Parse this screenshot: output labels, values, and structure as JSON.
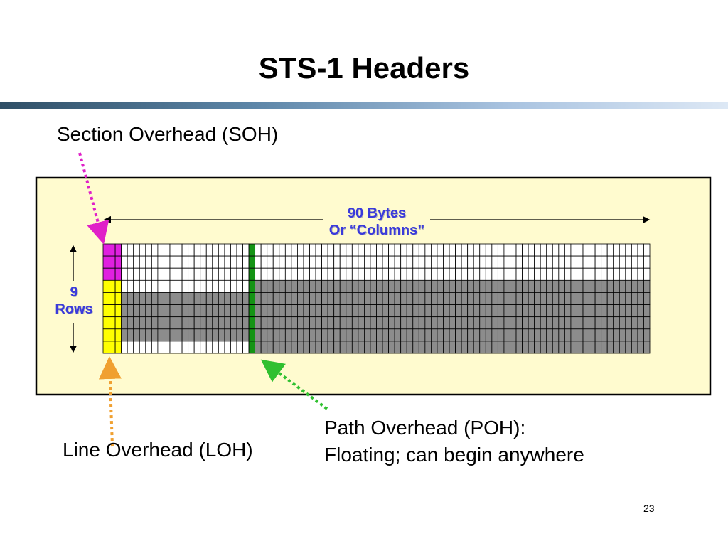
{
  "slide": {
    "title": "STS-1 Headers",
    "page_number": "23"
  },
  "labels": {
    "soh": "Section Overhead (SOH)",
    "loh": "Line Overhead (LOH)",
    "poh_line1": "Path Overhead (POH):",
    "poh_line2": "Floating; can begin anywhere"
  },
  "dimensions": {
    "columns_line1": "90 Bytes",
    "columns_line2": "Or “Columns”",
    "rows_line1": "9",
    "rows_line2": "Rows"
  },
  "frame": {
    "columns": 90,
    "rows": 9,
    "soh_rows": 3,
    "overhead_columns": 3,
    "poh_column": 25,
    "payload_shaded_rows": 5,
    "colors": {
      "soh": "#e020e0",
      "loh": "#ffff00",
      "poh": "#149414",
      "payload_shaded": "#8c8c8c",
      "cell_bg": "#ffffff",
      "panel_bg": "#fffbcf",
      "soh_arrow": "#e020c8",
      "loh_arrow": "#f0a030",
      "poh_arrow": "#30c030",
      "dimension_text": "#3a3adb"
    }
  }
}
